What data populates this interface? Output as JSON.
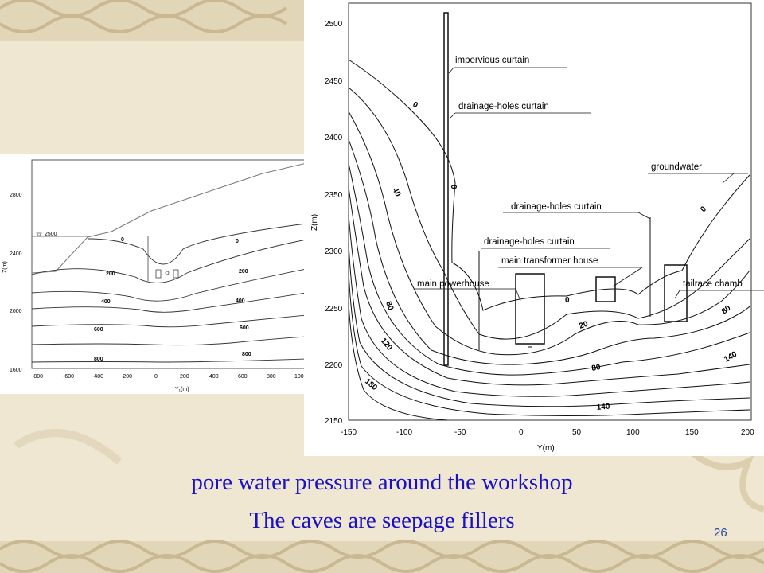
{
  "slide": {
    "caption_line1": "pore water pressure around the workshop",
    "caption_line2": "The caves are seepage fillers",
    "page_number": "26"
  },
  "left_diagram": {
    "y_axis_label": "Z(m)",
    "x_axis_label": "Y₁(m)",
    "y_ticks": [
      "2800",
      "2400",
      "2000",
      "1600"
    ],
    "x_ticks": [
      "-800",
      "-600",
      "-400",
      "-200",
      "0",
      "200",
      "400",
      "600",
      "800",
      "100"
    ],
    "water_level_label": "2500",
    "contour_labels": [
      "0",
      "0",
      "200",
      "200",
      "400",
      "400",
      "600",
      "600",
      "800",
      "800"
    ]
  },
  "right_diagram": {
    "y_axis_label": "Z(m)",
    "x_axis_label": "Y(m)",
    "y_ticks": [
      "2500",
      "2450",
      "2400",
      "2350",
      "2300",
      "2250",
      "2200",
      "2150"
    ],
    "x_ticks": [
      "-150",
      "-100",
      "-50",
      "0",
      "50",
      "100",
      "150",
      "200"
    ],
    "annotations": {
      "impervious_curtain": "impervious curtain",
      "drainage_curtain_1": "drainage-holes curtain",
      "groundwater": "groundwater",
      "drainage_curtain_2": "drainage-holes curtain",
      "drainage_curtain_3": "drainage-holes curtain",
      "main_transformer_house": "main transformer house",
      "main_powerhouse": "main powerhouse",
      "tailrace_chamber": "tailrace chamb"
    },
    "contour_labels": [
      "0",
      "0",
      "0",
      "0",
      "40",
      "80",
      "120",
      "180",
      "20",
      "80",
      "140",
      "80",
      "140"
    ]
  },
  "colors": {
    "caption": "#1a10c8",
    "page_number": "#2a4aa0",
    "background": "#efe7d2"
  }
}
